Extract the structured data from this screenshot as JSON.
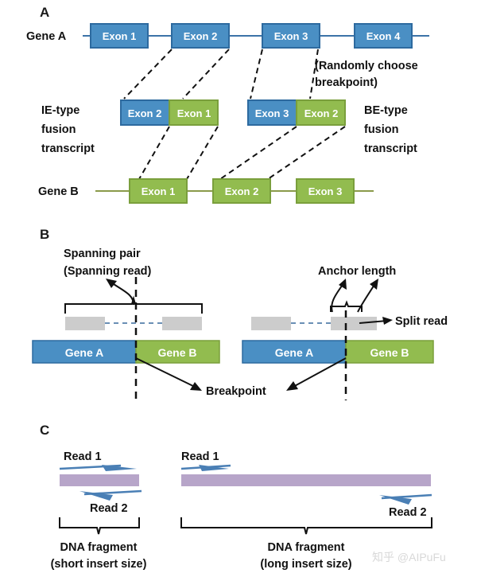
{
  "figure": {
    "panels": [
      {
        "letter": "A"
      },
      {
        "letter": "B"
      },
      {
        "letter": "C"
      }
    ]
  },
  "panel_a": {
    "gene_a_label": "Gene A",
    "gene_b_label": "Gene B",
    "gene_a_exons": [
      "Exon 1",
      "Exon 2",
      "Exon 3",
      "Exon 4"
    ],
    "gene_b_exons": [
      "Exon 1",
      "Exon 2",
      "Exon 3"
    ],
    "note": {
      "line1": "(Randomly choose",
      "line2": "breakpoint)"
    },
    "ie_label": {
      "line1": "IE-type",
      "line2": "fusion",
      "line3": "transcript"
    },
    "be_label": {
      "line1": "BE-type",
      "line2": "fusion",
      "line3": "transcript"
    },
    "ie_fusion": {
      "left_exon": "Exon 2",
      "right_exon": "Exon 1"
    },
    "be_fusion": {
      "left_exon": "Exon 3",
      "right_exon": "Exon 2"
    }
  },
  "panel_b": {
    "spanning_label": {
      "line1": "Spanning pair",
      "line2": "(Spanning read)"
    },
    "anchor_label": "Anchor length",
    "split_read_label": "Split read",
    "breakpoint_label": "Breakpoint",
    "left_diagram": {
      "gene_a": "Gene A",
      "gene_b": "Gene B"
    },
    "right_diagram": {
      "gene_a": "Gene A",
      "gene_b": "Gene B"
    }
  },
  "panel_c": {
    "left": {
      "read1": "Read 1",
      "read2": "Read 2",
      "caption_line1": "DNA fragment",
      "caption_line2": "(short insert size)"
    },
    "right": {
      "read1": "Read 1",
      "read2": "Read 2",
      "caption_line1": "DNA fragment",
      "caption_line2": "(long insert size)"
    }
  },
  "watermark": "知乎 @AIPuFu",
  "colors": {
    "exon_blue_fill": "#4a8fc4",
    "exon_blue_stroke": "#2d6a9f",
    "exon_green_fill": "#92bc४f",
    "exon_green_stroke": "#7a9f3c",
    "gene_a_line": "#3d73a8",
    "gene_b_line": "#8a9a4a",
    "read_grey": "#cccccc",
    "dna_purple": "#b7a5c9",
    "read_arrow_blue": "#4a7fb5",
    "dash_black": "#111111"
  }
}
